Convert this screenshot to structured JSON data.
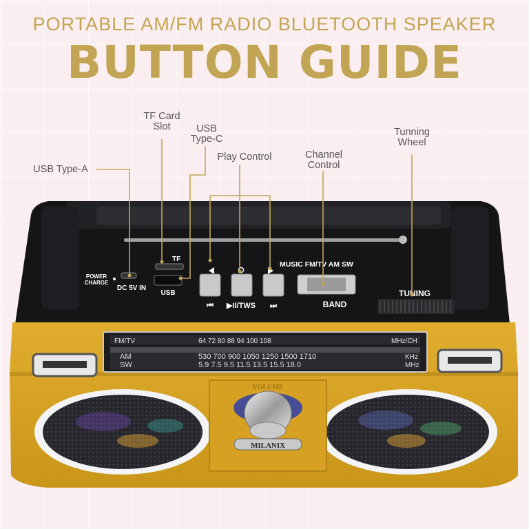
{
  "header": {
    "subtitle": "PORTABLE AM/FM RADIO BLUETOOTH SPEAKER",
    "title": "BUTTON GUIDE"
  },
  "callouts": {
    "usb_type_a": "USB Type-A",
    "tf_card_line1": "TF Card",
    "tf_card_line2": "Slot",
    "usb_c_line1": "USB",
    "usb_c_line2": "Type-C",
    "play_control": "Play Control",
    "channel_line1": "Channel",
    "channel_line2": "Control",
    "tuning_line1": "Tunning",
    "tuning_line2": "Wheel"
  },
  "radio_labels": {
    "power_line1": "POWER",
    "power_line2": "CHARGE",
    "dc_in": "DC 5V IN",
    "tf": "TF",
    "usb": "USB",
    "prev": "⏮",
    "play": "▶II/TWS",
    "next": "⏭",
    "band_modes": "MUSIC  FM/TV AM  SW",
    "band": "BAND",
    "tuning": "TUNING",
    "volume": "VOLUME",
    "brand": "MILANIX"
  },
  "dial": {
    "fm_label": "FM/TV",
    "fm_values": "64  72  80  88  94  100  108",
    "fm_unit": "MHz/CH",
    "am_label": "AM",
    "am_values": "530  700  900  1050  1250  1500  1710",
    "am_unit": "KHz",
    "sw_label": "SW",
    "sw_values": "5.9  7.5  9.5  11.5  13.5  15.5  18.0",
    "sw_unit": "MHz"
  },
  "colors": {
    "gold_text": "#c2a554",
    "body_yellow": "#d9a62a",
    "background": "#fbeef0"
  }
}
